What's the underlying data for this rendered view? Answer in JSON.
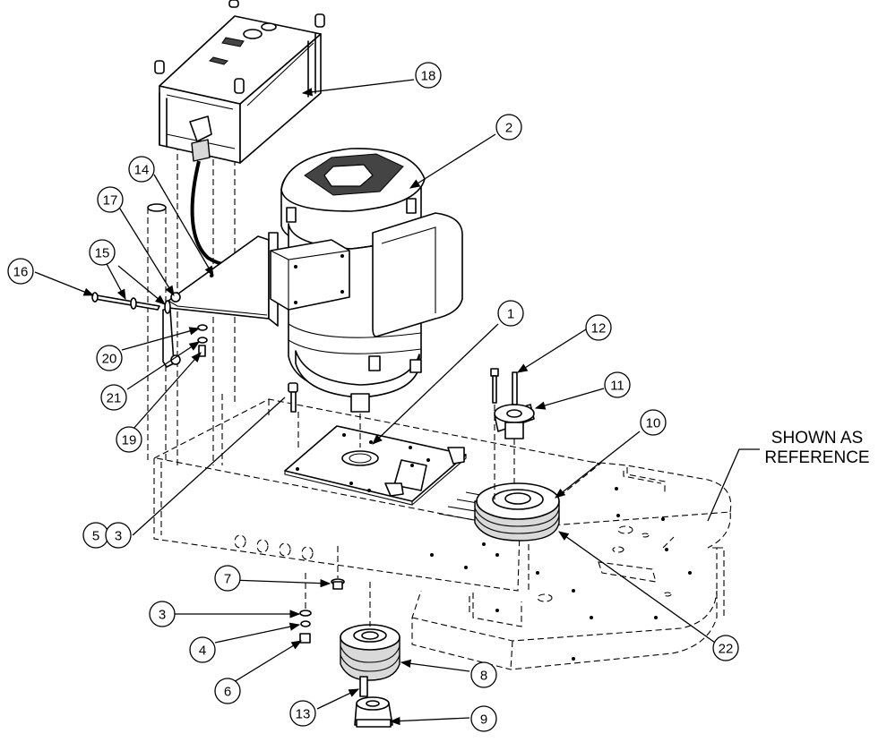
{
  "callouts": [
    {
      "label": "18"
    },
    {
      "label": "2"
    },
    {
      "label": "14"
    },
    {
      "label": "17"
    },
    {
      "label": "15"
    },
    {
      "label": "16"
    },
    {
      "label": "20"
    },
    {
      "label": "21"
    },
    {
      "label": "19"
    },
    {
      "label": "1"
    },
    {
      "label": "12"
    },
    {
      "label": "11"
    },
    {
      "label": "10"
    },
    {
      "label": "5"
    },
    {
      "label": "3"
    },
    {
      "label": "7"
    },
    {
      "label": "3"
    },
    {
      "label": "4"
    },
    {
      "label": "6"
    },
    {
      "label": "8"
    },
    {
      "label": "13"
    },
    {
      "label": "9"
    },
    {
      "label": "22"
    }
  ],
  "note": {
    "line1": "SHOWN AS",
    "line2": "REFERENCE"
  }
}
